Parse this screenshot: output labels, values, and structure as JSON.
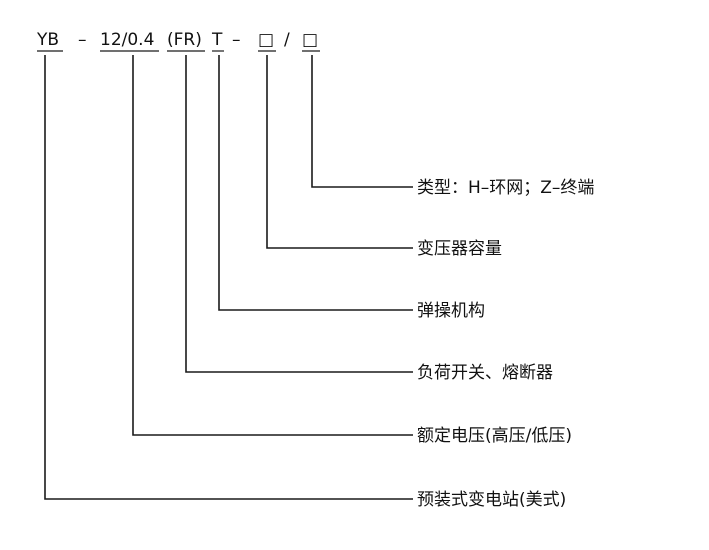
{
  "model_code": {
    "parts": [
      {
        "id": "yb",
        "text": "YB",
        "underlined": true
      },
      {
        "id": "dash1",
        "text": "–",
        "underlined": false
      },
      {
        "id": "rating",
        "text": "12/0.4",
        "underlined": true
      },
      {
        "id": "fr",
        "text": "(FR)",
        "underlined": true
      },
      {
        "id": "t",
        "text": "T",
        "underlined": true
      },
      {
        "id": "dash2",
        "text": "–",
        "underlined": false
      },
      {
        "id": "box1",
        "text": "□",
        "underlined": true
      },
      {
        "id": "slash",
        "text": "/",
        "underlined": false
      },
      {
        "id": "box2",
        "text": "□",
        "underlined": true
      }
    ]
  },
  "labels": [
    {
      "id": "type",
      "text": "类型：H–环网；Z–终端",
      "points_to": "box2"
    },
    {
      "id": "capacity",
      "text": "变压器容量",
      "points_to": "box1"
    },
    {
      "id": "mechanism",
      "text": "弹操机构",
      "points_to": "t"
    },
    {
      "id": "switch",
      "text": "负荷开关、熔断器",
      "points_to": "fr"
    },
    {
      "id": "voltage",
      "text": "额定电压(高压/低压)",
      "points_to": "rating"
    },
    {
      "id": "product",
      "text": "预装式变电站(美式)",
      "points_to": "yb"
    }
  ]
}
